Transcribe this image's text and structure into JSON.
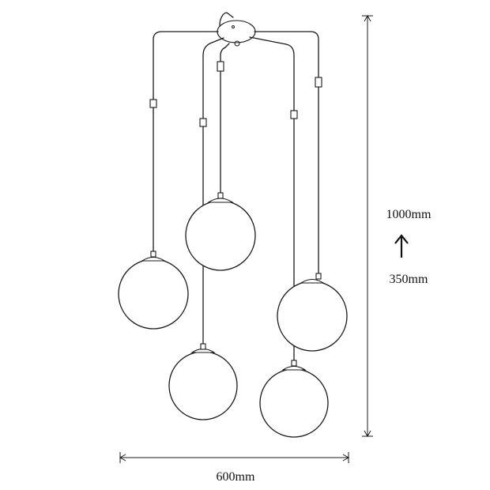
{
  "dimensions": {
    "width_label": "600mm",
    "height_max_label": "1000mm",
    "height_min_label": "350mm"
  }
}
